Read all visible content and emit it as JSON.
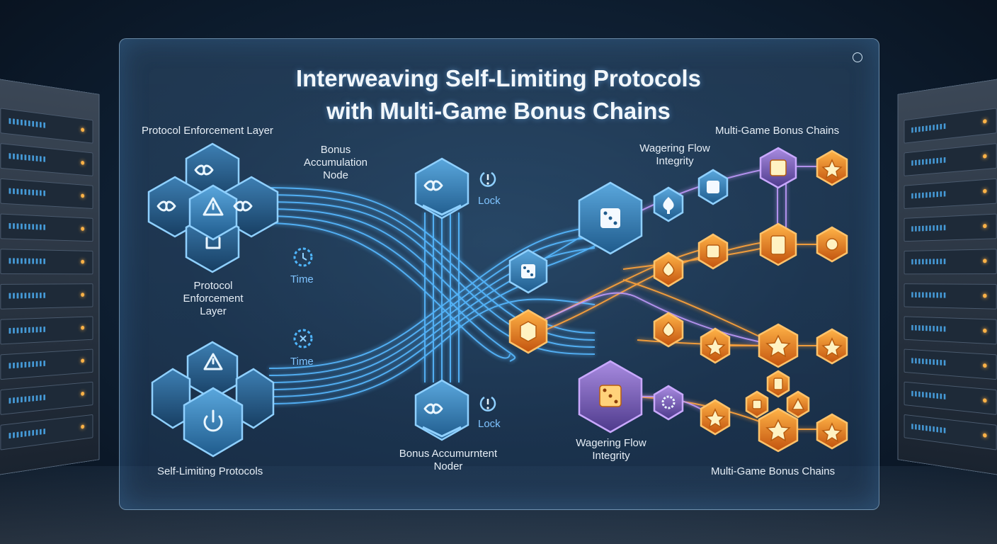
{
  "title_line1": "Interweaving Self-Limiting Protocols",
  "title_line2": "with Multi-Game Bonus Chains",
  "labels": {
    "protocol_layer_top": "Protocol Enforcement Layer",
    "protocol_layer_mid": "Protocol Enforcement Layer",
    "self_limiting": "Self-Limiting Protocols",
    "bonus_node_top": "Bonus Accumulation Node",
    "bonus_node_bottom": "Bonus Accumurntent Noder",
    "time_top": "Time",
    "time_bottom": "Time",
    "lock_top": "Lock",
    "lock_bottom": "Lock",
    "wagering_top": "Wagering Flow Integrity",
    "wagering_bottom": "Wagering Flow Integrity",
    "chains_top": "Multi-Game Bonus Chains",
    "chains_bottom": "Multi-Game Bonus Chains"
  },
  "icons": [
    "infinity-icon",
    "warning-icon",
    "power-icon",
    "timer-icon",
    "lock-icon",
    "dice-icon",
    "spade-icon",
    "star-icon",
    "cube-icon",
    "flower-icon"
  ],
  "colors": {
    "blue": "#4fb6ff",
    "orange": "#ff9a2e",
    "purple": "#b48cff"
  }
}
